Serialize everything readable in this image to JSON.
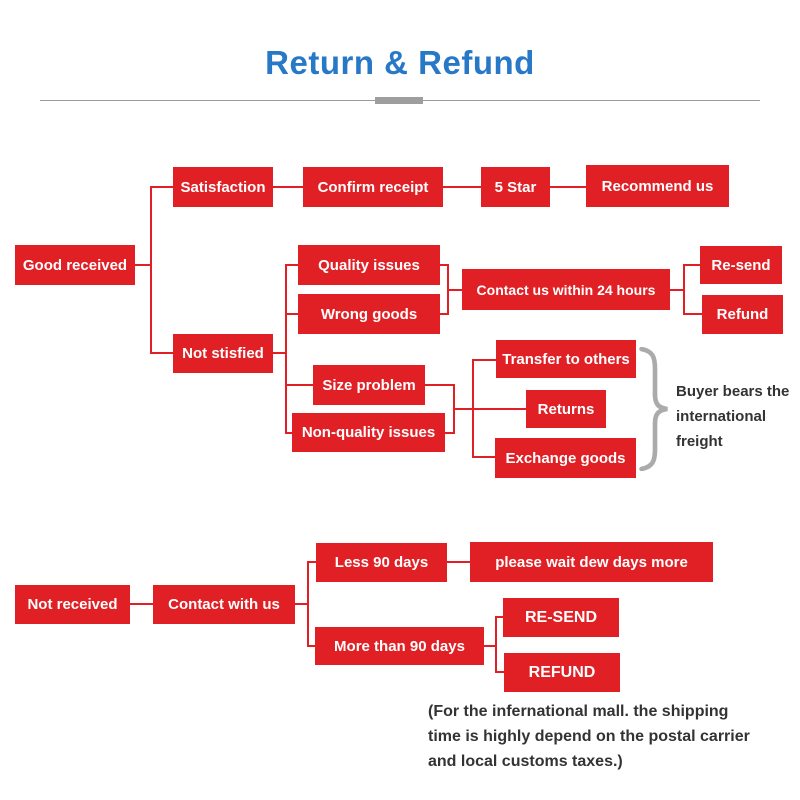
{
  "title": "Return & Refund",
  "colors": {
    "red": "#e02025",
    "blue": "#2878c8",
    "rule_gray": "#9b9b9b",
    "thick_gray": "#9e9e9e",
    "brace_gray": "#ababab",
    "note_color": "#333333"
  },
  "nodes": {
    "good_received": "Good received",
    "satisfaction": "Satisfaction",
    "confirm_receipt": "Confirm receipt",
    "five_star": "5 Star",
    "recommend_us": "Recommend us",
    "not_stisfied": "Not stisfied",
    "quality_issues": "Quality issues",
    "wrong_goods": "Wrong goods",
    "contact_24h": "Contact us within 24 hours",
    "resend": "Re-send",
    "refund": "Refund",
    "size_problem": "Size problem",
    "non_quality_issues": "Non-quality issues",
    "transfer_to_others": "Transfer to others",
    "returns": "Returns",
    "exchange_goods": "Exchange goods",
    "not_received": "Not received",
    "contact_with_us": "Contact with us",
    "less_90_days": "Less 90 days",
    "wait_more": "please wait dew days more",
    "more_than_90_days": "More than 90 days",
    "resend_caps": "RE-SEND",
    "refund_caps": "REFUND"
  },
  "brace_note": {
    "line1": "Buyer bears the",
    "line2": "international",
    "line3": "freight"
  },
  "footnote": {
    "line1": "(For the infernational mall. the shipping",
    "line2": "time is highly depend on the postal carrier",
    "line3": "and local customs taxes.)"
  }
}
